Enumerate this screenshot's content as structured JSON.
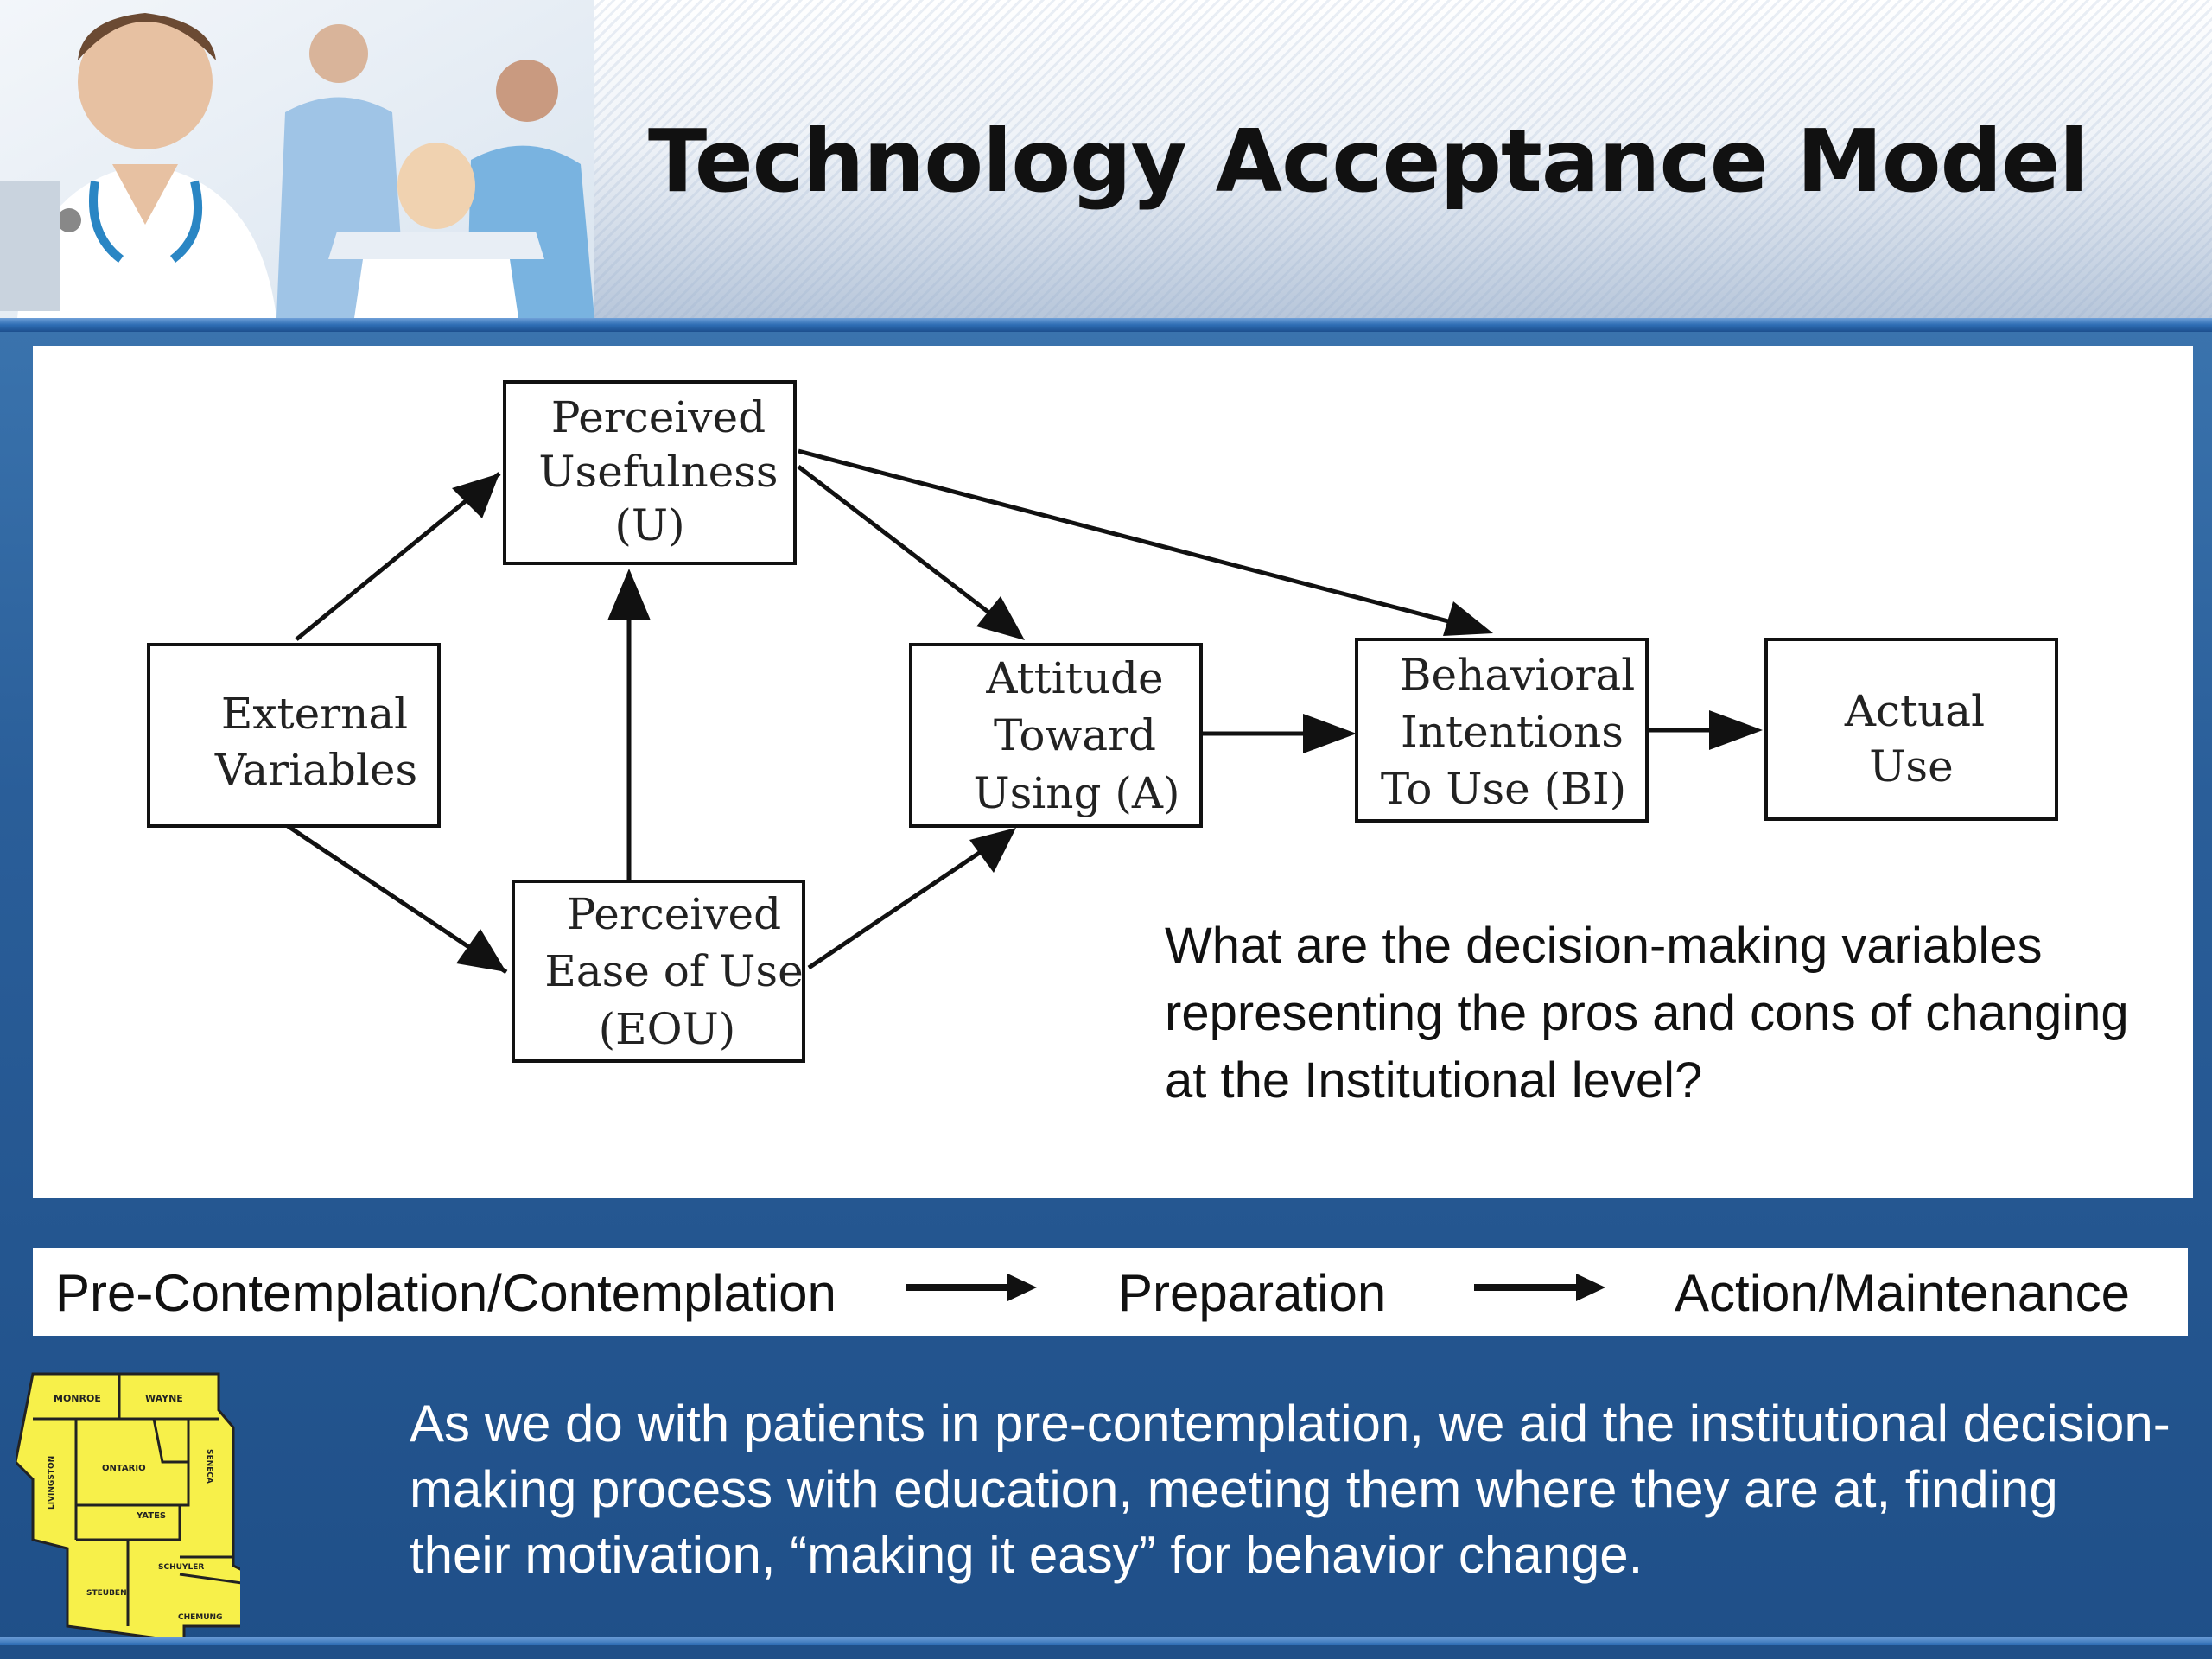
{
  "slide": {
    "title": "Technology Acceptance Model"
  },
  "diagram": {
    "nodes": {
      "perceived_usefulness": [
        "Perceived",
        "Usefulness",
        "(U)"
      ],
      "external_variables": [
        "External",
        "Variables"
      ],
      "attitude": [
        "Attitude",
        "Toward",
        "Using (A)"
      ],
      "behavioral_intentions": [
        "Behavioral",
        "Intentions",
        "To Use (BI)"
      ],
      "actual_use": [
        "Actual",
        "Use"
      ],
      "ease_of_use": [
        "Perceived",
        "Ease of Use",
        "(EOU)"
      ]
    },
    "edges": [
      [
        "external_variables",
        "perceived_usefulness"
      ],
      [
        "external_variables",
        "ease_of_use"
      ],
      [
        "ease_of_use",
        "perceived_usefulness"
      ],
      [
        "perceived_usefulness",
        "attitude"
      ],
      [
        "perceived_usefulness",
        "behavioral_intentions"
      ],
      [
        "ease_of_use",
        "attitude"
      ],
      [
        "attitude",
        "behavioral_intentions"
      ],
      [
        "behavioral_intentions",
        "actual_use"
      ]
    ],
    "question": "What are the decision-making variables representing the pros and cons of changing at the Institutional level?"
  },
  "stages": {
    "first": "Pre-Contemplation/Contemplation",
    "second": "Preparation",
    "third": "Action/Maintenance"
  },
  "map": {
    "counties": [
      "MONROE",
      "WAYNE",
      "ONTARIO",
      "LIVINGSTON",
      "SENECA",
      "YATES",
      "SCHUYLER",
      "STEUBEN",
      "CHEMUNG"
    ],
    "fill_color": "#f7f04a"
  },
  "footer": {
    "text": "As we do with patients in pre-contemplation, we aid the institutional decision-making process with education, meeting them where they are at, finding their motivation, “making it easy” for behavior change."
  },
  "colors": {
    "background_blue": "#2a5e99",
    "accent_blue": "#2e6db4"
  }
}
